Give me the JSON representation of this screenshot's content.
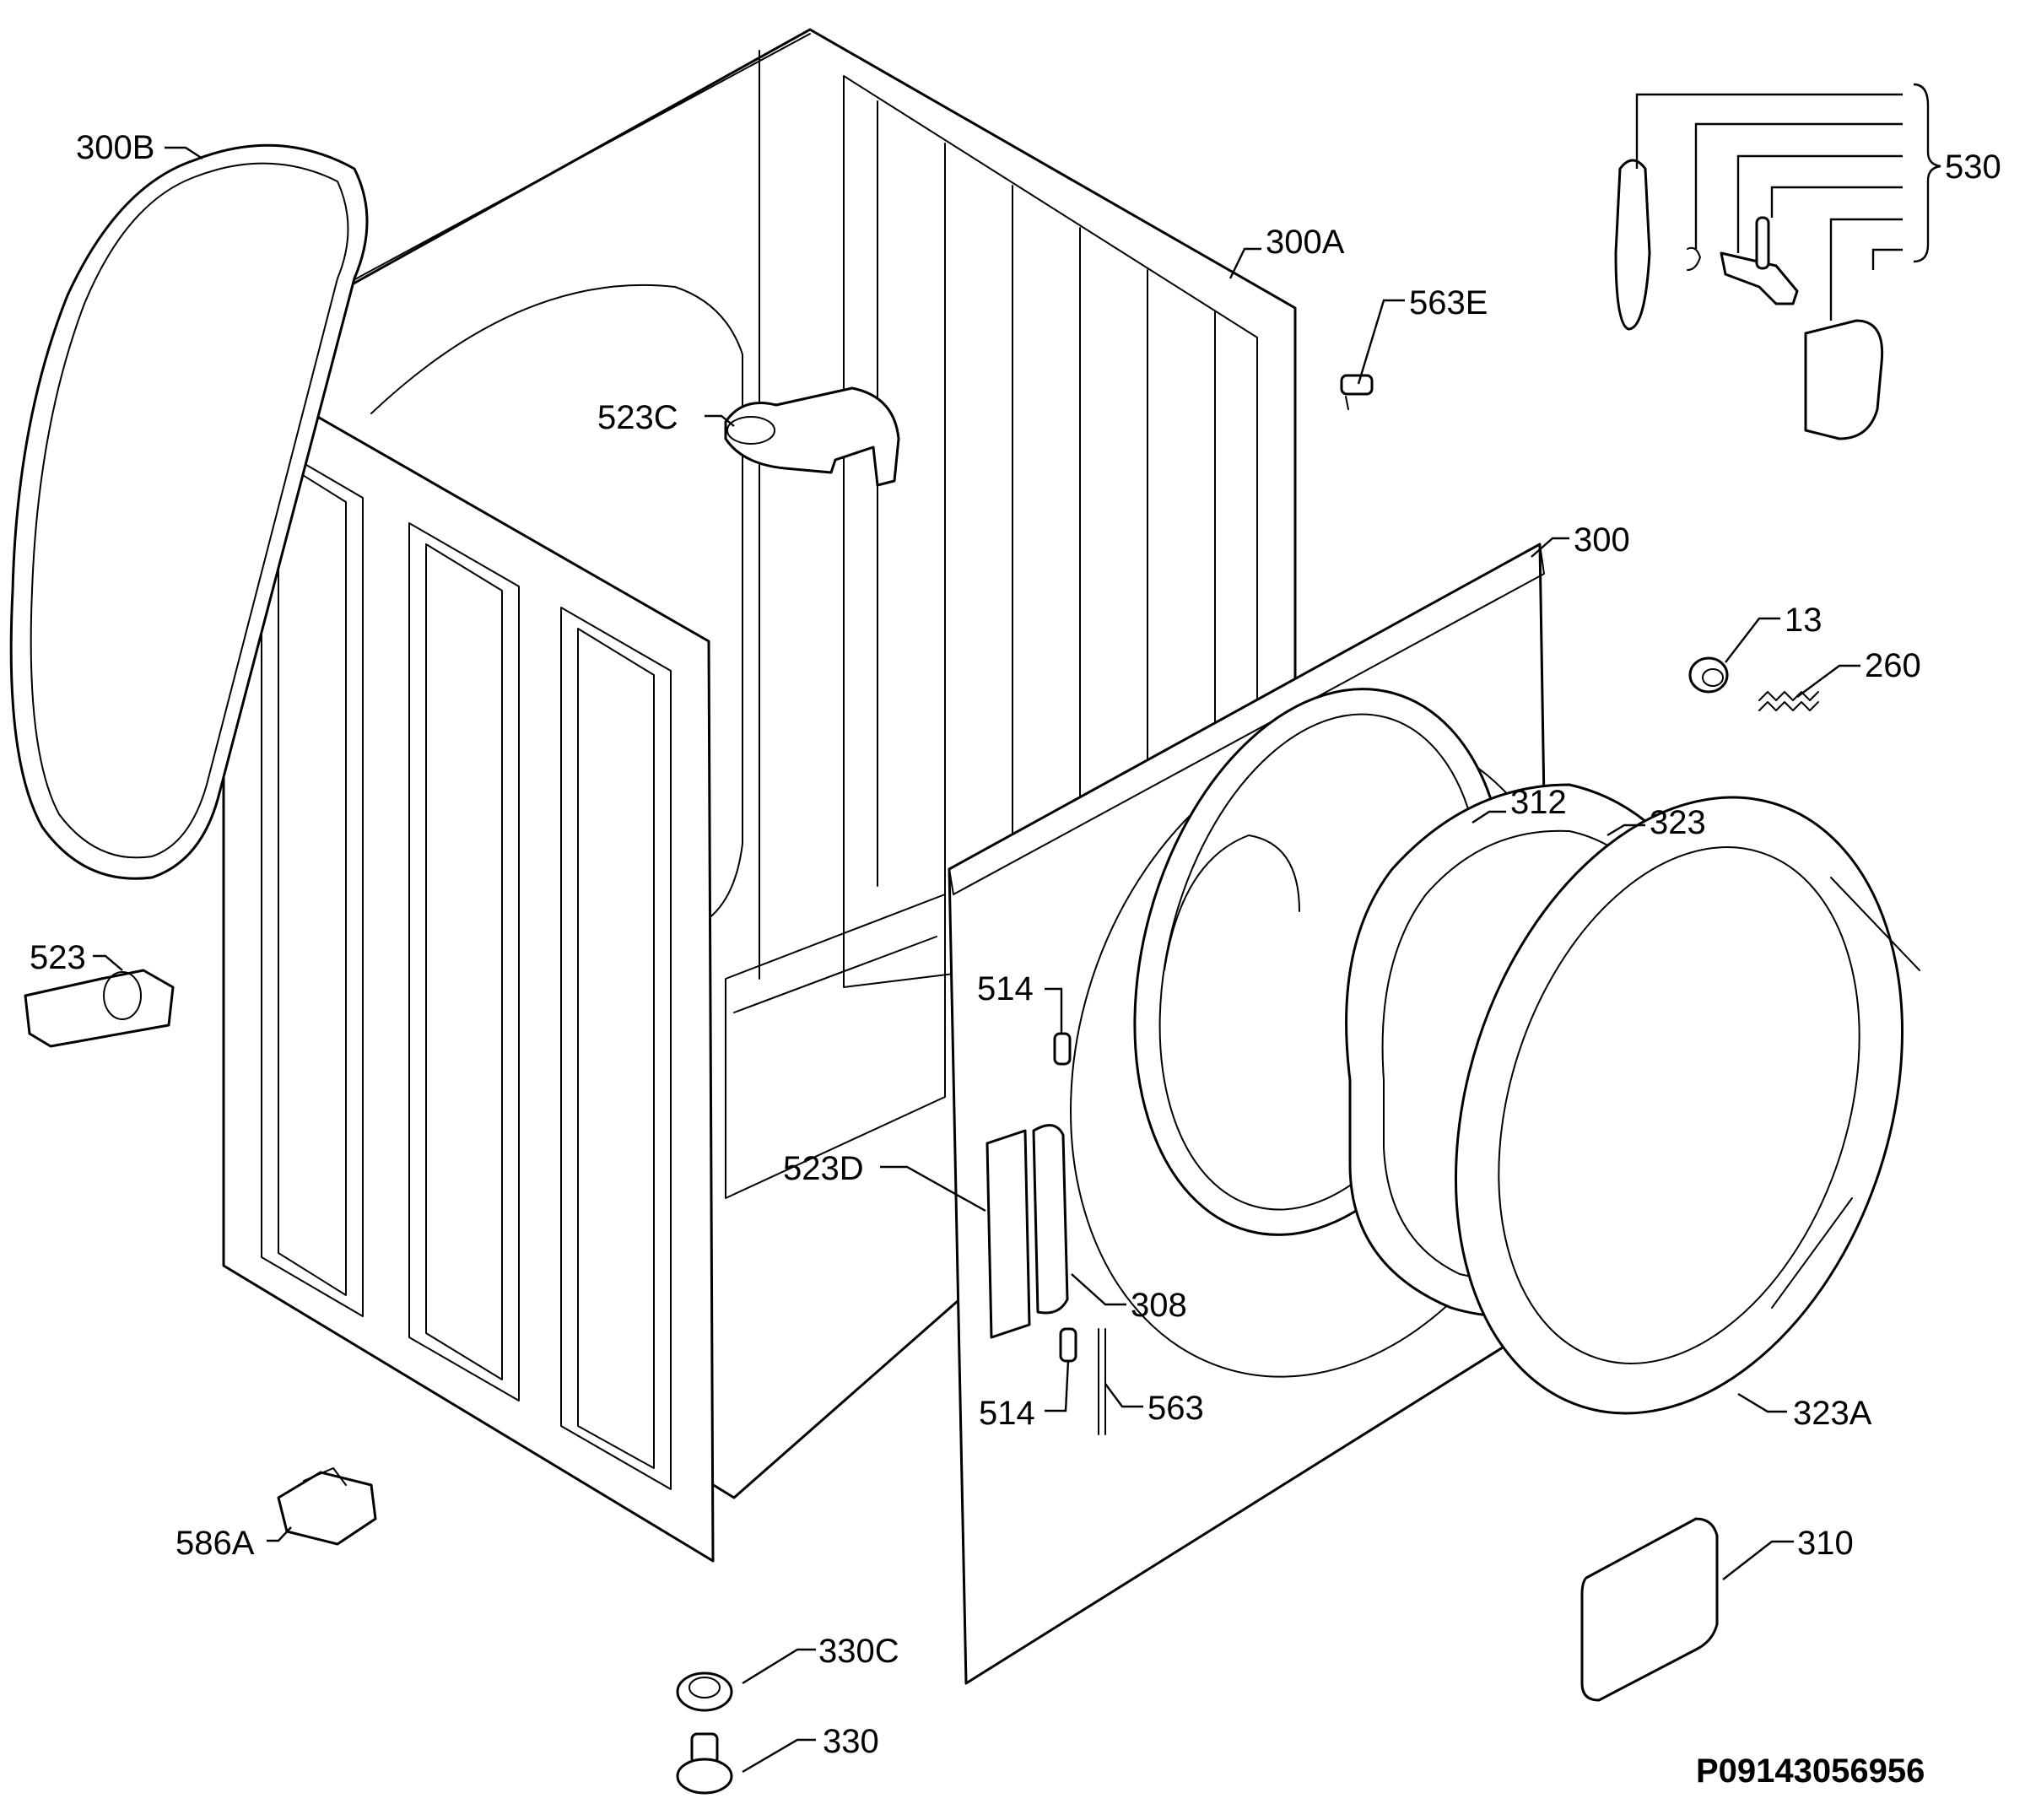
{
  "diagram": {
    "document_number": "P09143056956",
    "labels": {
      "l300B": "300B",
      "l300A": "300A",
      "l530": "530",
      "l563E": "563E",
      "l523C": "523C",
      "l300": "300",
      "l13": "13",
      "l260": "260",
      "l312": "312",
      "l323": "323",
      "l523": "523",
      "l514a": "514",
      "l523D": "523D",
      "l308": "308",
      "l514b": "514",
      "l563": "563",
      "l323A": "323A",
      "l586A": "586A",
      "l310": "310",
      "l330C": "330C",
      "l330": "330"
    }
  }
}
